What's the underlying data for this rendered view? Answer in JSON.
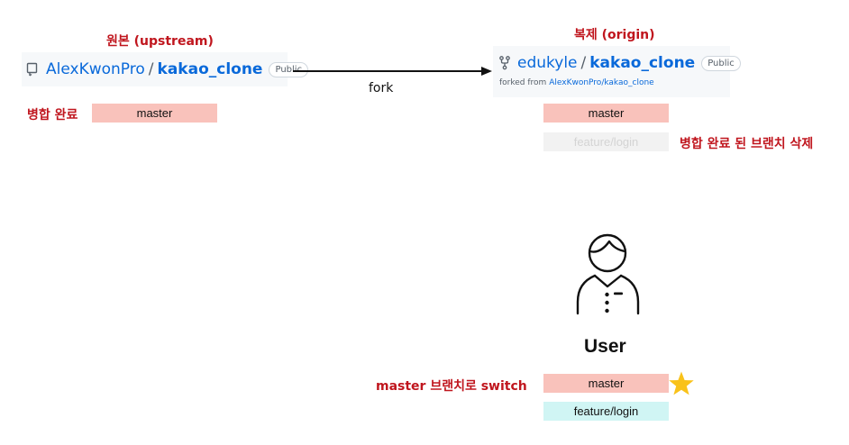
{
  "upstream": {
    "caption": "원본 (upstream)",
    "owner": "AlexKwonPro",
    "separator": "/",
    "repo": "kakao_clone",
    "badge": "Public",
    "status_label": "병합 완료",
    "branch": "master",
    "icon": "repo-icon"
  },
  "origin": {
    "caption": "복제 (origin)",
    "owner": "edukyle",
    "separator": "/",
    "repo": "kakao_clone",
    "badge": "Public",
    "forked_prefix": "forked from",
    "forked_link": "AlexKwonPro/kakao_clone",
    "branch_master": "master",
    "branch_deleted": "feature/login",
    "deleted_note": "병합 완료 된 브랜치 삭제",
    "icon": "fork-icon"
  },
  "arrow": {
    "label": "fork"
  },
  "local": {
    "user_label": "User",
    "switch_note": "master 브랜치로 switch",
    "branch_master": "master",
    "branch_feature": "feature/login",
    "icons": [
      "user-icon",
      "star-icon"
    ]
  },
  "colors": {
    "accent_red": "#c0161e",
    "link_blue": "#0969da",
    "master_bg": "#f9c2bb",
    "feature_bg": "#d0f5f4",
    "deleted_bg": "#f2f2f2",
    "star": "#f9c21a"
  }
}
